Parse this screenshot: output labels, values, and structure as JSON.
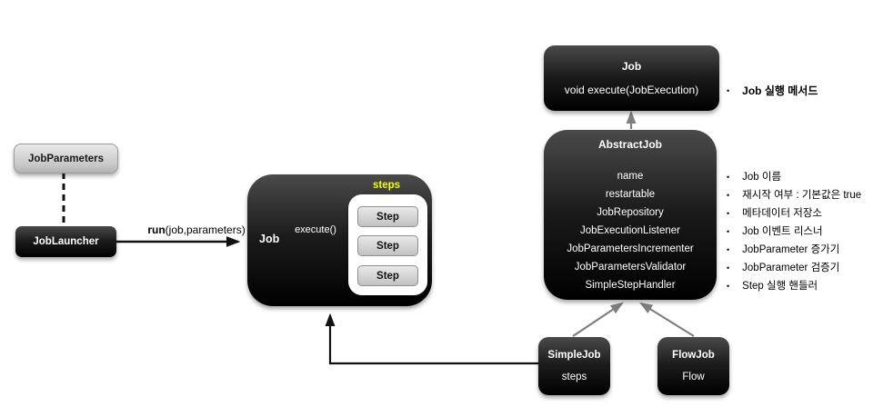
{
  "job_interface": {
    "title": "Job",
    "method": "void execute(JobExecution)",
    "note_bullet": "•",
    "note": "Job 실행 메서드"
  },
  "abstract_job": {
    "title": "AbstractJob",
    "fields": [
      "name",
      "restartable",
      "JobRepository",
      "JobExecutionListener",
      "JobParametersIncrementer",
      "JobParametersValidator",
      "SimpleStepHandler"
    ],
    "notes": [
      "Job 이름",
      "재시작 여부 : 기본값은 true",
      "메타데이터 저장소",
      "Job 이벤트 리스너",
      "JobParameter  증가기",
      "JobParameter  검증기",
      "Step 실행 핸들러"
    ],
    "note_bullet": "•"
  },
  "simple_job": {
    "title": "SimpleJob",
    "field": "steps"
  },
  "flow_job": {
    "title": "FlowJob",
    "field": "Flow"
  },
  "job_parameters": {
    "title": "JobParameters"
  },
  "job_launcher": {
    "title": "JobLauncher"
  },
  "run_call": {
    "bold": "run",
    "rest": "(job,parameters)"
  },
  "job_runtime": {
    "steps_label": "steps",
    "job_label": "Job",
    "execute_label": "execute()",
    "steps": [
      "Step",
      "Step",
      "Step"
    ]
  },
  "colors": {
    "steps_label_yellow": "#f4ff00",
    "inheritance_gray": "#7f7f7f",
    "connector_black": "#111111"
  }
}
